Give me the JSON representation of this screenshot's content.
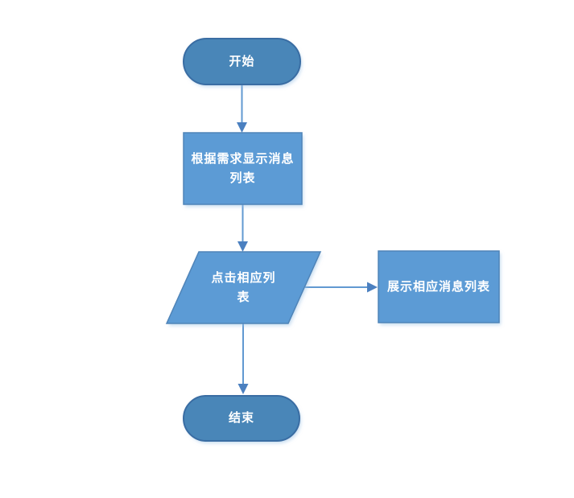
{
  "diagram": {
    "type": "flowchart",
    "background": "#ffffff",
    "colors": {
      "terminator_fill": "#4a86b8",
      "terminator_stroke": "#3a6da3",
      "process_fill": "#5b9bd5",
      "process_stroke": "#4f84b8",
      "arrow_line": "#6199d1",
      "arrow_head": "#4b80c0",
      "label_text": "#ffffff",
      "shadow": "#9cc3e5"
    },
    "nodes": [
      {
        "id": "start",
        "type": "terminator",
        "label": "开始"
      },
      {
        "id": "process1",
        "type": "process",
        "label": "根据需求显示消息列表"
      },
      {
        "id": "input1",
        "type": "parallelogram",
        "label": "点击相应列表"
      },
      {
        "id": "process2",
        "type": "process",
        "label": "展示相应消息列表"
      },
      {
        "id": "end",
        "type": "terminator",
        "label": "结束"
      }
    ],
    "edges": [
      {
        "from": "start",
        "to": "process1",
        "direction": "down"
      },
      {
        "from": "process1",
        "to": "input1",
        "direction": "down"
      },
      {
        "from": "input1",
        "to": "process2",
        "direction": "right"
      },
      {
        "from": "input1",
        "to": "end",
        "direction": "down"
      }
    ]
  }
}
